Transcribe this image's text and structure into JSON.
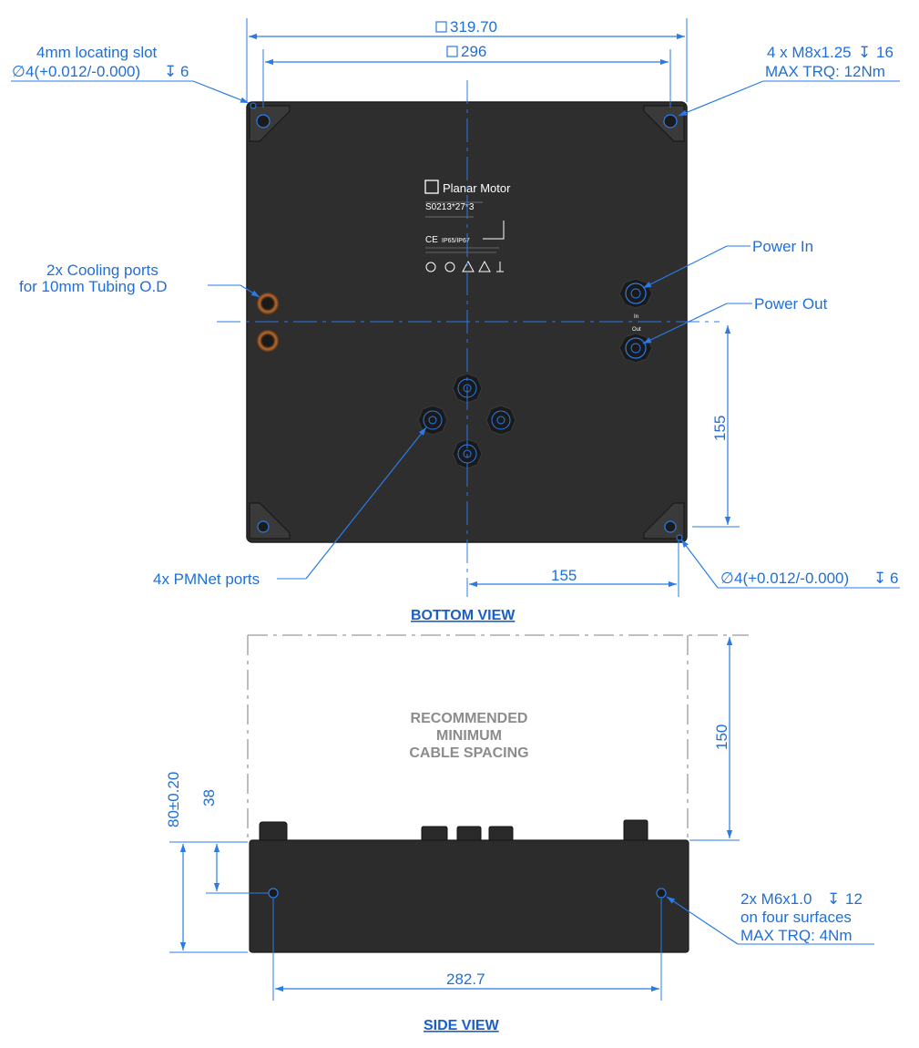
{
  "bottom_view": {
    "title": "BOTTOM VIEW",
    "dims": {
      "overall": "319.70",
      "inner": "296",
      "vertical": "155",
      "horizontal": "155"
    },
    "callouts": {
      "locating_slot_line1": "4mm locating slot",
      "locating_slot_line2": "4(+0.012/-0.000)",
      "locating_slot_depth": "6",
      "thread_line1": "4 x M8x1.25",
      "thread_depth": "16",
      "thread_line2": "MAX TRQ: 12Nm",
      "cooling_line1": "2x Cooling ports",
      "cooling_line2": "for 10mm Tubing O.D",
      "power_in": "Power In",
      "power_out": "Power Out",
      "pmnet": "4x PMNet ports",
      "pin_hole": "4(+0.012/-0.000)",
      "pin_hole_depth": "6"
    },
    "label_plate": {
      "brand": "Planar Motor",
      "serial": "S0213*27*3",
      "ip_rating": "IP65/IP67",
      "in": "In",
      "out": "Out"
    }
  },
  "side_view": {
    "title": "SIDE VIEW",
    "spacing_line1": "RECOMMENDED",
    "spacing_line2": "MINIMUM",
    "spacing_line3": "CABLE SPACING",
    "dims": {
      "height": "80±0.20",
      "hole_height": "38",
      "spacing": "150",
      "hole_pitch": "282.7"
    },
    "callouts": {
      "thread_line1": "2x M6x1.0",
      "thread_depth": "12",
      "thread_line2": "on four surfaces",
      "thread_line3": "MAX TRQ: 4Nm"
    }
  },
  "colors": {
    "dimension": "#2a7be8",
    "body": "#2e2e2e",
    "title": "#1a5fc8",
    "note": "#8c8c8c"
  }
}
